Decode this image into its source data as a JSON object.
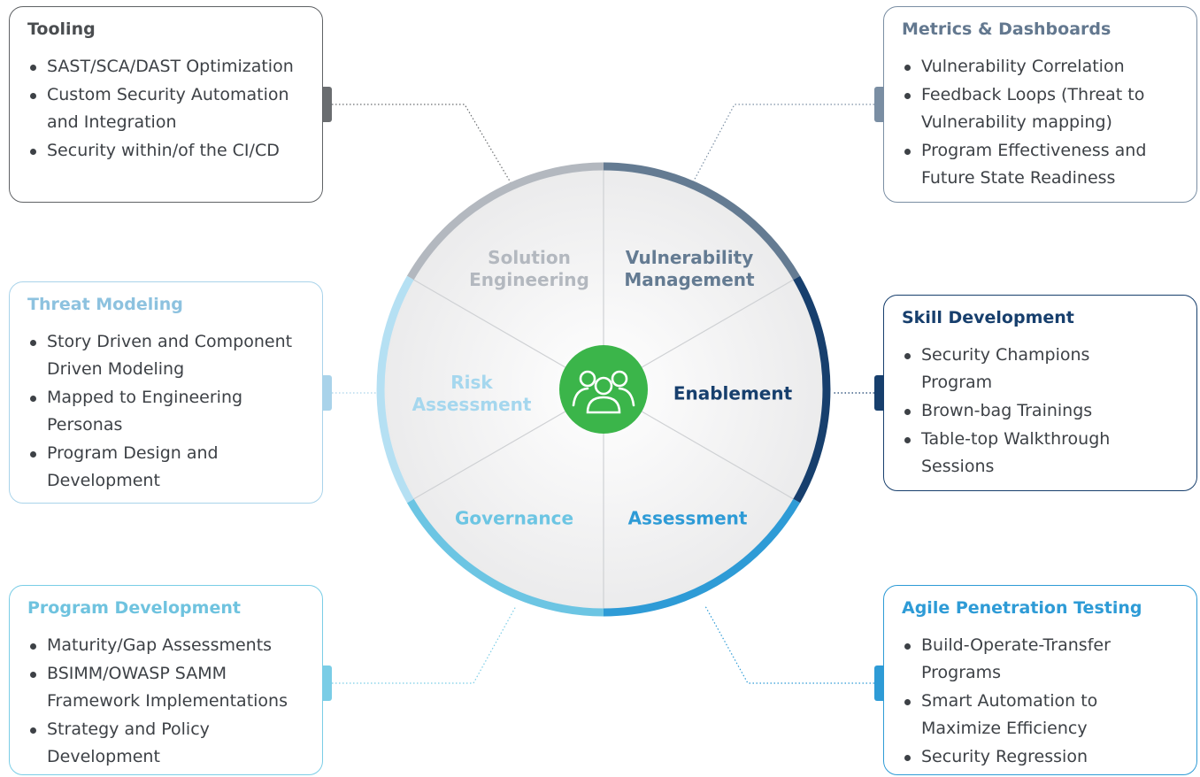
{
  "center": {
    "icon": "people-group-icon"
  },
  "segments": [
    {
      "id": "solution",
      "label_lines": [
        "Solution",
        "Engineering"
      ],
      "color": "#b3b8bf"
    },
    {
      "id": "vuln",
      "label_lines": [
        "Vulnerability",
        "Management"
      ],
      "color": "#647b92"
    },
    {
      "id": "enable",
      "label_lines": [
        "Enablement"
      ],
      "color": "#173f6d"
    },
    {
      "id": "assess",
      "label_lines": [
        "Assessment"
      ],
      "color": "#2e9bd6"
    },
    {
      "id": "gov",
      "label_lines": [
        "Governance"
      ],
      "color": "#6cc5e3"
    },
    {
      "id": "risk",
      "label_lines": [
        "Risk",
        "Assessment"
      ],
      "color": "#a5d7ee"
    }
  ],
  "boxes": {
    "tooling": {
      "title": "Tooling",
      "items": [
        "SAST/SCA/DAST Optimization",
        "Custom Security Automation and Integration",
        "Security within/of the CI/CD"
      ]
    },
    "metrics": {
      "title": "Metrics & Dashboards",
      "items": [
        "Vulnerability Correlation",
        "Feedback Loops (Threat to Vulnerability mapping)",
        "Program Effectiveness and Future State Readiness"
      ]
    },
    "threat": {
      "title": "Threat Modeling",
      "items": [
        "Story Driven and Component Driven Modeling",
        "Mapped to Engineering Personas",
        "Program Design and Development"
      ]
    },
    "skill": {
      "title": "Skill Development",
      "items": [
        "Security Champions Program",
        "Brown-bag Trainings",
        "Table-top Walkthrough Sessions"
      ]
    },
    "program": {
      "title": "Program Development",
      "items": [
        "Maturity/Gap Assessments",
        "BSIMM/OWASP SAMM Framework Implementations",
        "Strategy and Policy Development"
      ]
    },
    "agile": {
      "title": "Agile Penetration Testing",
      "items": [
        "Build-Operate-Transfer Programs",
        "Smart Automation to Maximize Efficiency",
        "Security Regression"
      ]
    }
  },
  "colors": {
    "center": "#3bb54a",
    "ring_track": "#d9dde1"
  }
}
